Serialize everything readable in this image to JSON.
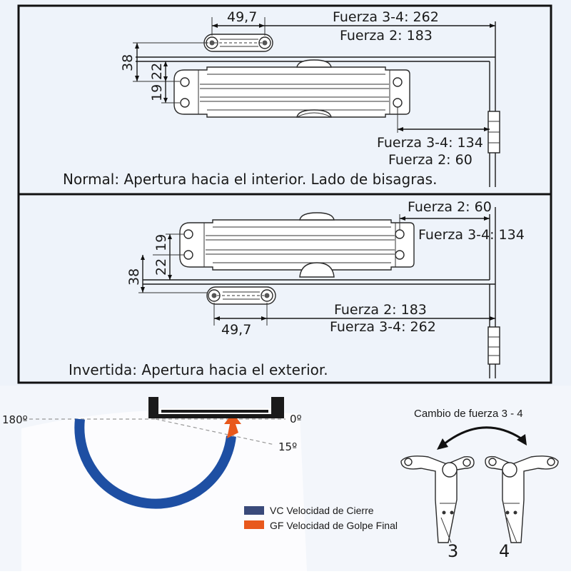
{
  "panel_top": {
    "dim_bracket_width": "49,7",
    "dim_long_1": "Fuerza 3-4: 262",
    "dim_long_2": "Fuerza 2: 183",
    "dim_short_1": "Fuerza 3-4: 134",
    "dim_short_2": "Fuerza 2: 60",
    "dim_v_38": "38",
    "dim_v_22": "22",
    "dim_v_19": "19",
    "caption": "Normal: Apertura hacia el interior. Lado de bisagras."
  },
  "panel_bottom": {
    "dim_short_1": "Fuerza 2: 60",
    "dim_short_2": "Fuerza 3-4: 134",
    "dim_v_19": "19",
    "dim_v_22": "22",
    "dim_v_38": "38",
    "dim_long_1": "Fuerza 2: 183",
    "dim_long_2": "Fuerza 3-4: 262",
    "dim_bracket_width": "49,7",
    "caption": "Invertida: Apertura hacia el exterior."
  },
  "speed_diagram": {
    "angle_180": "180º",
    "angle_0": "0º",
    "angle_15": "15º",
    "legend": [
      {
        "label": "VC Velocidad de Cierre",
        "color": "#3a4a7a"
      },
      {
        "label": "GF Velocidad de Golpe Final",
        "color": "#e8581c"
      }
    ],
    "arc_color": "#1e4fa3",
    "arrow_color": "#e8581c"
  },
  "force_change": {
    "title": "Cambio de fuerza 3 - 4",
    "label_left": "3",
    "label_right": "4"
  }
}
